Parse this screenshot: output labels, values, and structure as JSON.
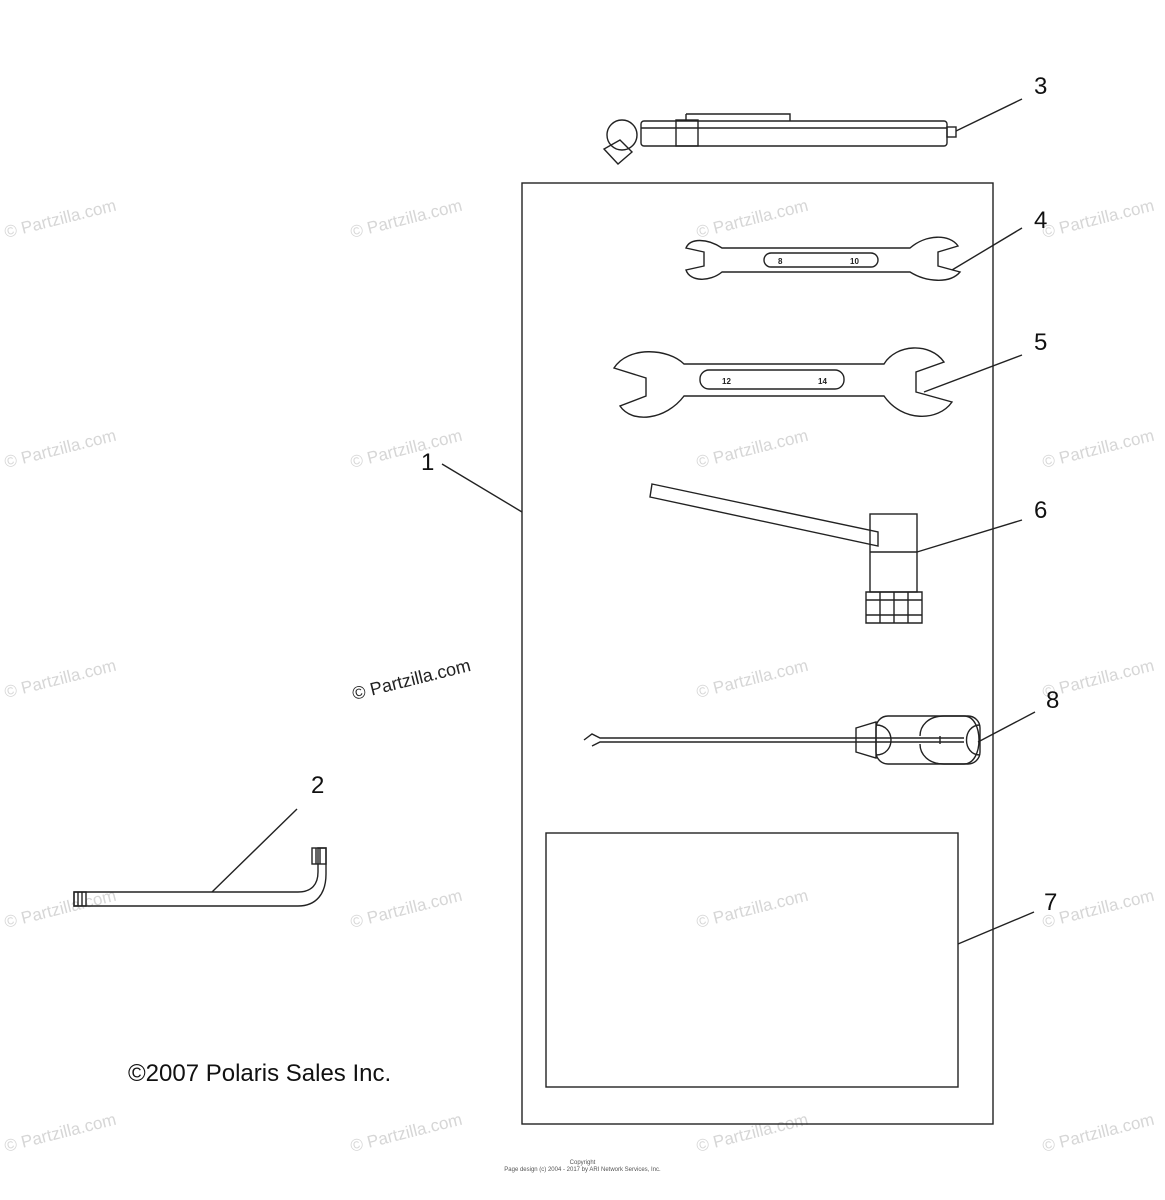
{
  "watermark_text": "© Partzilla.com",
  "copyright_text": "©2007 Polaris Sales Inc.",
  "footer": {
    "line1": "Copyright",
    "line2": "Page design (c) 2004 - 2017 by ARI Network Services, Inc."
  },
  "callouts": [
    "1",
    "2",
    "3",
    "4",
    "5",
    "6",
    "7",
    "8"
  ],
  "wrench_small": {
    "size_a": "8",
    "size_b": "10"
  },
  "wrench_large": {
    "size_a": "12",
    "size_b": "14"
  }
}
